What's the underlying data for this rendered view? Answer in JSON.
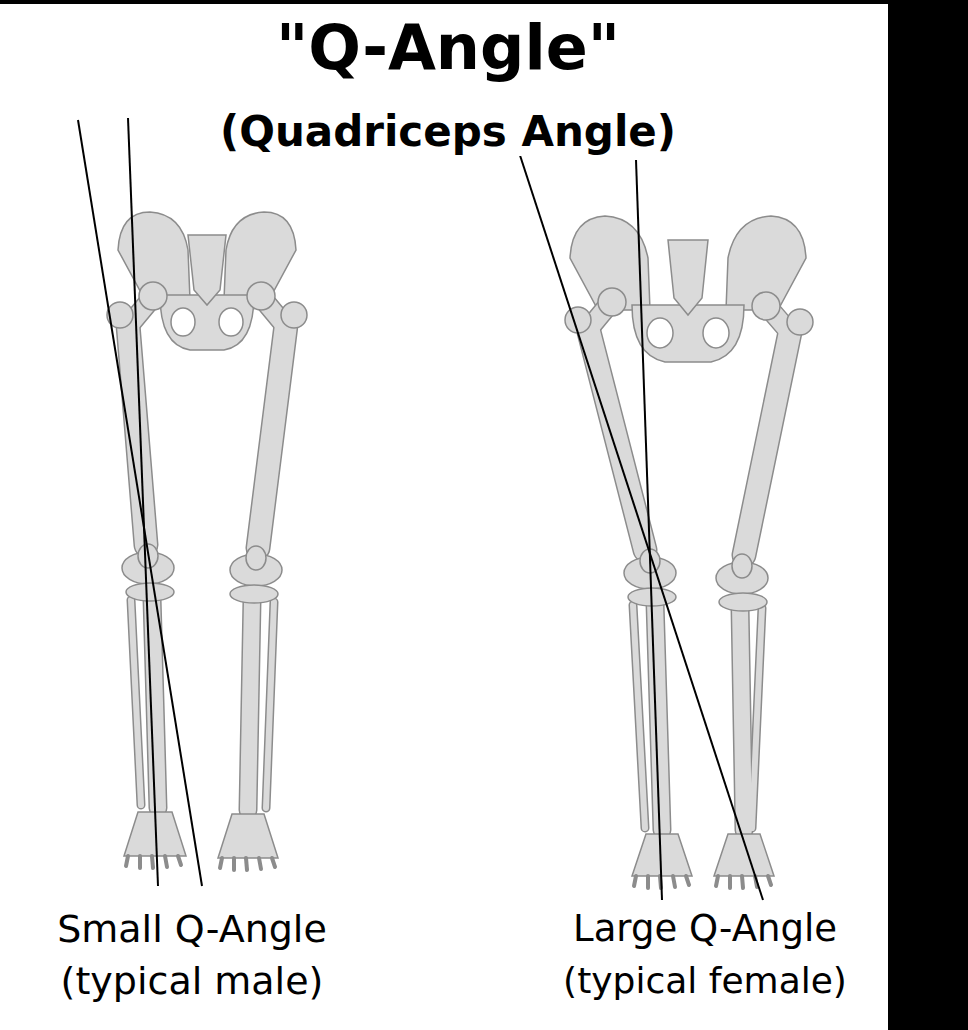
{
  "diagram": {
    "title": "\"Q-Angle\"",
    "labels": [
      "(Quadriceps Angle)",
      "Small Q-Angle",
      "(typical male)",
      "Large Q-Angle",
      "(typical female)"
    ]
  }
}
